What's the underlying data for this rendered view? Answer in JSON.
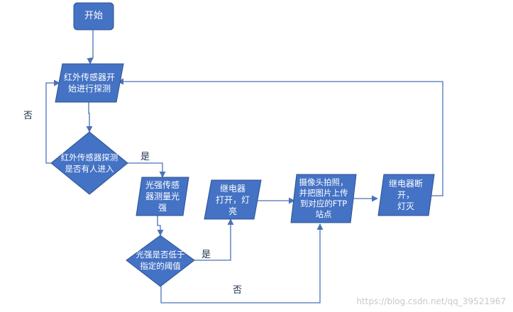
{
  "nodes": {
    "start": "开始",
    "ir_detect": "红外传感器开\n始进行探测",
    "ir_decision": "红外传感器探测\n是否有人进入",
    "light_measure": "光强传感\n器测量光\n强",
    "light_decision": "光强是否低于\n指定的阈值",
    "relay_on": "继电器\n打开，灯\n亮",
    "camera_ftp": "摄像头拍照，\n并把图片上传\n到对应的FTP\n站点",
    "relay_off": "继电器断\n开，\n灯灭"
  },
  "edges": {
    "ir_no": "否",
    "ir_yes": "是",
    "light_yes": "是",
    "light_no": "否"
  },
  "colors": {
    "shape_fill": "#4472c4",
    "shape_stroke": "#2f528f",
    "line": "#4a72b8"
  },
  "watermark": "https://blog.csdn.net/qq_39521967"
}
